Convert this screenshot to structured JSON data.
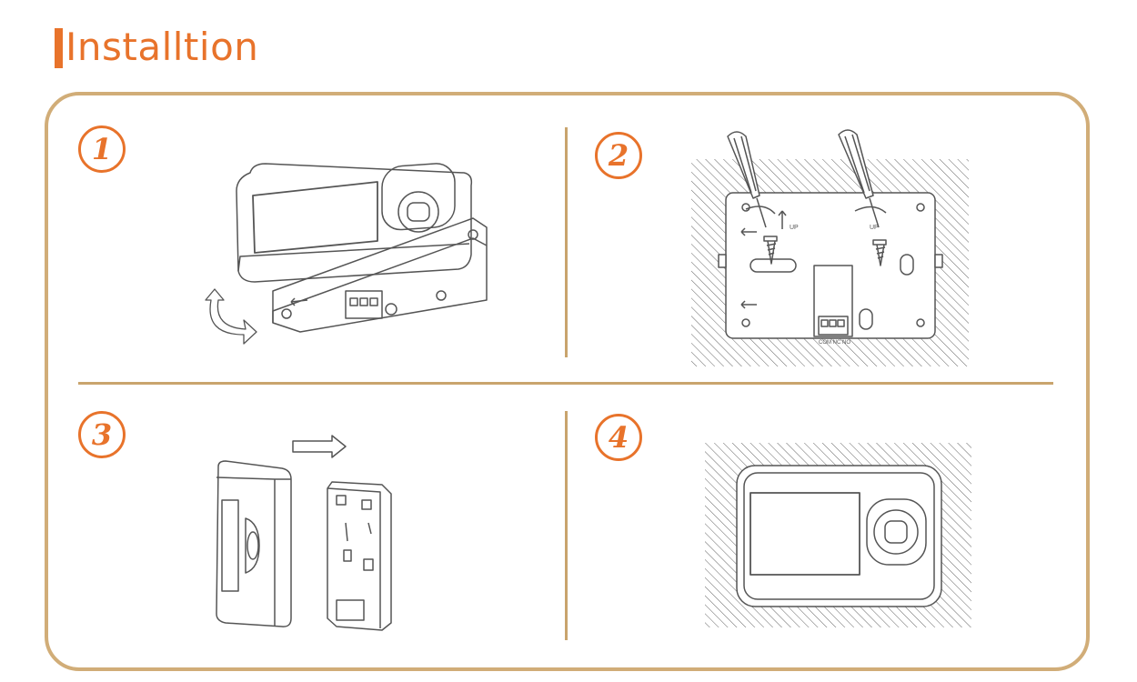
{
  "header": {
    "title": "Installtion"
  },
  "steps": [
    {
      "number": "1"
    },
    {
      "number": "2",
      "labels": {
        "up_left": "UP",
        "up_right": "UP",
        "terminals": "COM  NC  NO"
      }
    },
    {
      "number": "3"
    },
    {
      "number": "4"
    }
  ],
  "colors": {
    "accent": "#e8732b",
    "frame": "#d1ad78",
    "line": "#555555"
  }
}
